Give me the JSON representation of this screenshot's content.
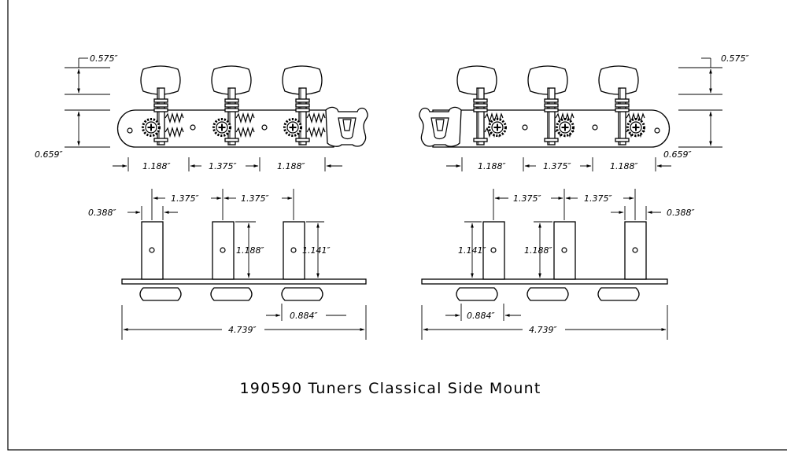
{
  "title": "190590 Tuners Classical Side Mount",
  "dimensions": {
    "button_height": "0.575″",
    "plate_height": "0.659″",
    "end_spacing": "1.188″",
    "middle_spacing": "1.375″",
    "roller_width": "0.388″",
    "roller_height_short": "1.141″",
    "roller_height_tall": "1.188″",
    "end_offset": "0.884″",
    "overall_length": "4.739″"
  },
  "colors": {
    "line": "#000000",
    "background": "#ffffff"
  }
}
